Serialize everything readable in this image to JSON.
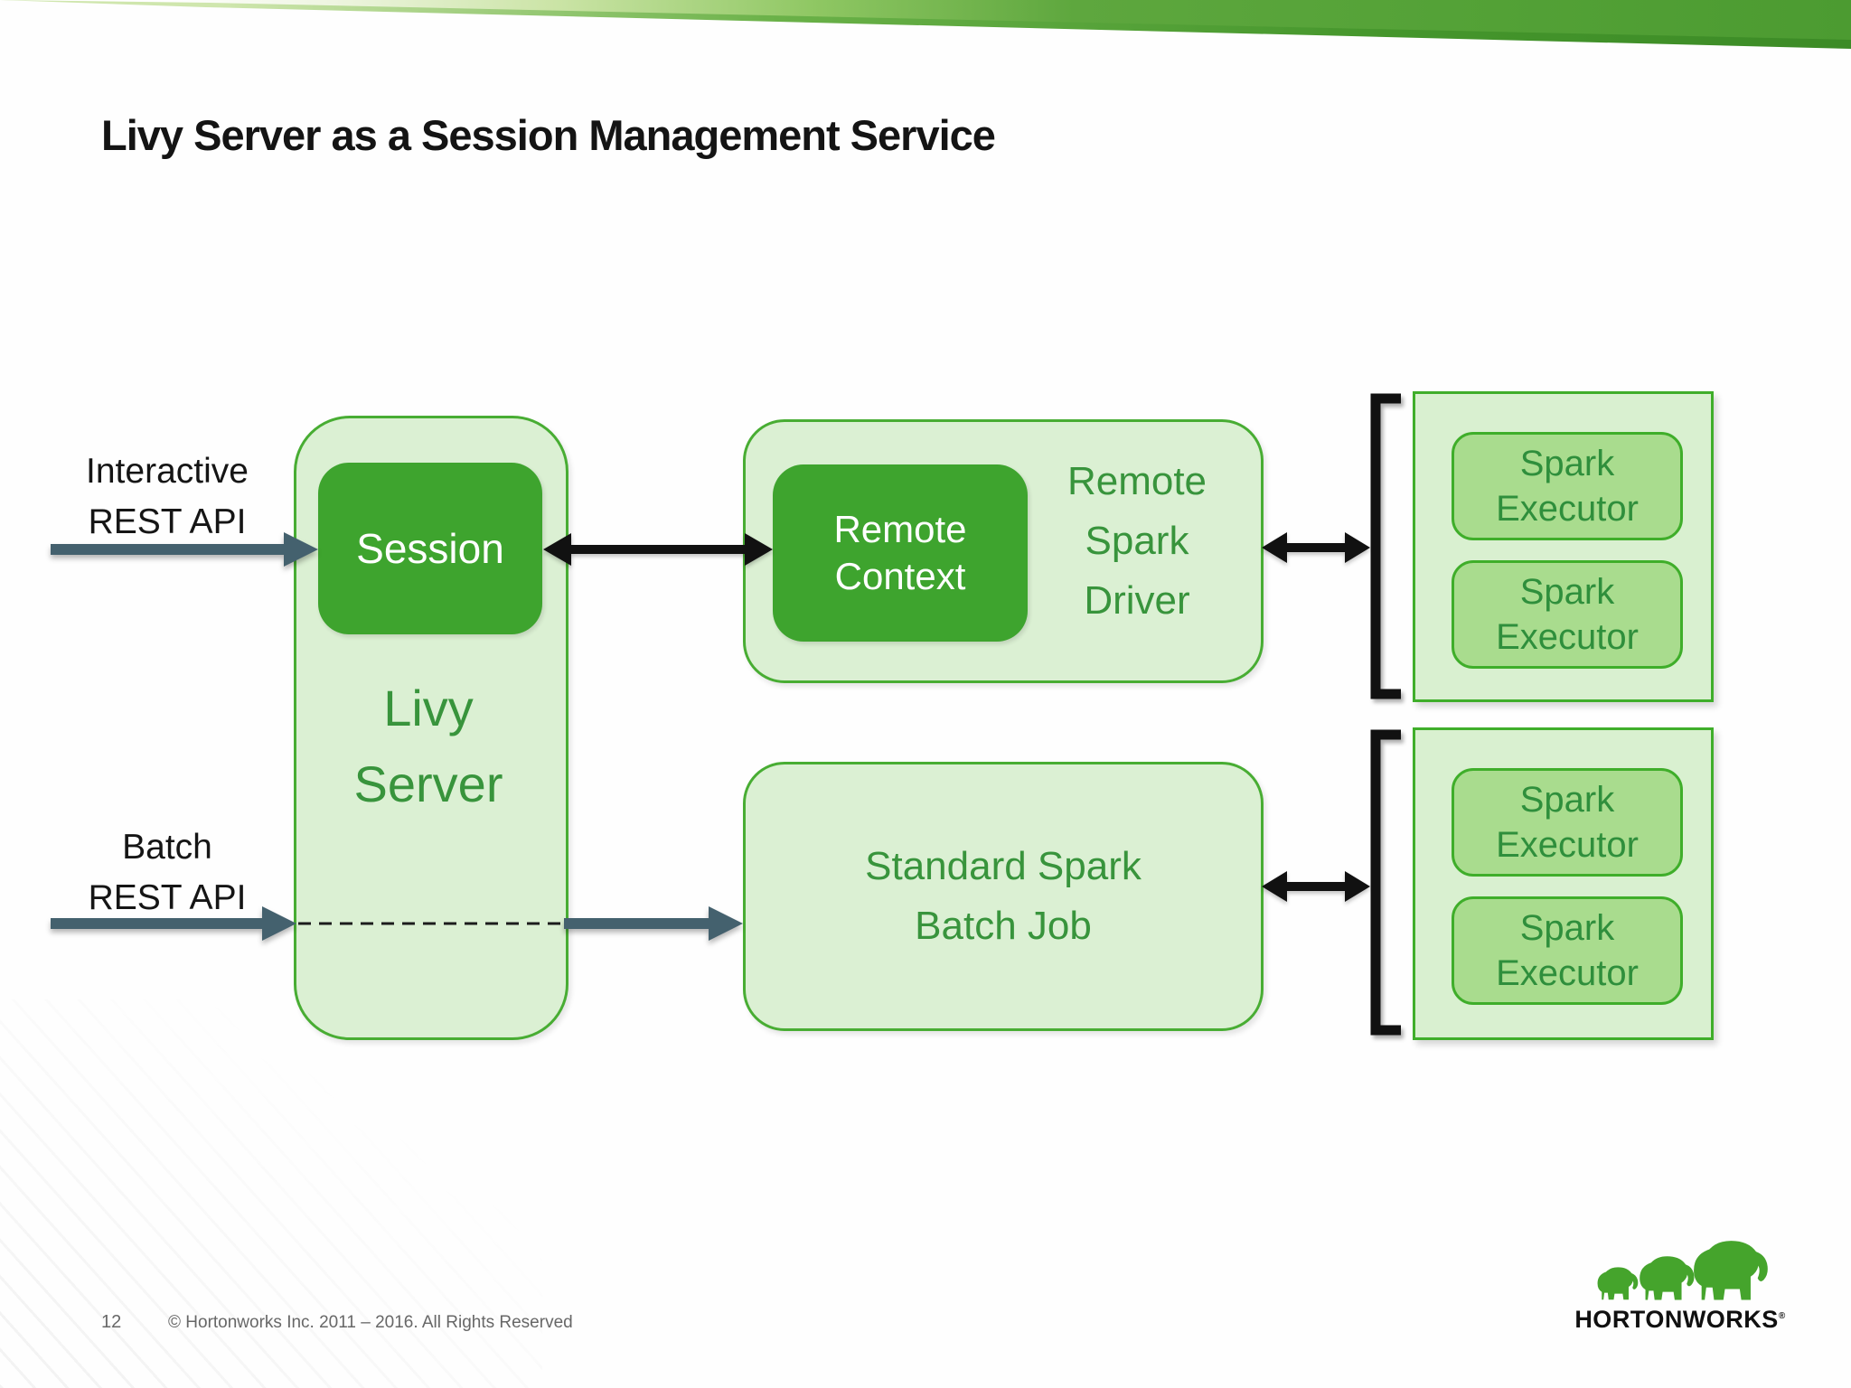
{
  "slide": {
    "title": "Livy Server as a Session Management Service",
    "page_number": "12",
    "copyright": "© Hortonworks Inc. 2011 – 2016. All Rights Reserved"
  },
  "labels": {
    "interactive_line1": "Interactive",
    "interactive_line2": "REST API",
    "batch_line1": "Batch",
    "batch_line2": "REST API"
  },
  "nodes": {
    "livy": {
      "line1": "Livy",
      "line2": "Server"
    },
    "session": "Session",
    "remote_context": {
      "line1": "Remote",
      "line2": "Context"
    },
    "driver": {
      "line1": "Remote",
      "line2": "Spark",
      "line3": "Driver"
    },
    "batch_job": {
      "line1": "Standard Spark",
      "line2": "Batch Job"
    },
    "executor": {
      "line1": "Spark",
      "line2": "Executor"
    }
  },
  "logo": {
    "text": "HORTONWORKS",
    "reg": "®",
    "elephants_icon": "three-green-elephants"
  },
  "colors": {
    "brand_green_dark": "#3ea42e",
    "brand_green_border": "#3fae2a",
    "light_green_fill": "#dbf0d3",
    "executor_fill": "#a9dc8e",
    "green_text": "#38943c",
    "slate_arrow": "#44616e",
    "banner_green": "#54a237"
  }
}
